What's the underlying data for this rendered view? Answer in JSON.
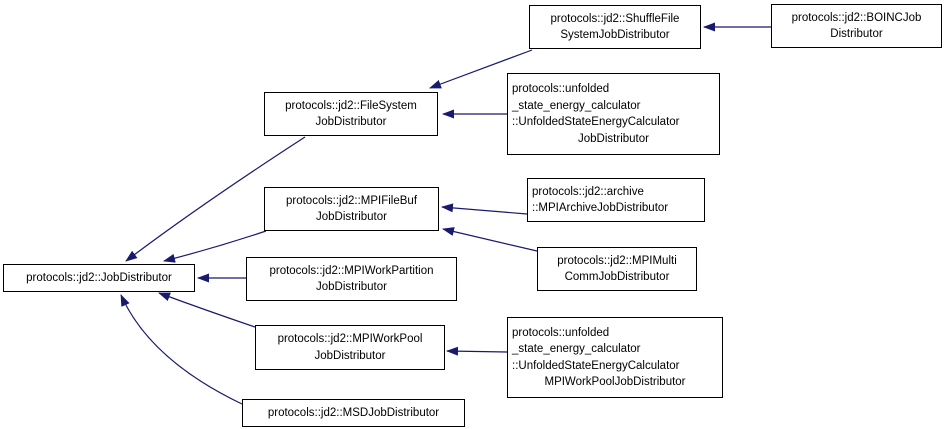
{
  "diagram": {
    "kind": "class-inheritance-graph",
    "colors": {
      "edge": "#191970",
      "node_border": "#000000",
      "node_background": "#ffffff",
      "node_text": "#000000",
      "canvas_background": "#ffffff"
    },
    "nodes": {
      "job_distributor": {
        "lines": [
          "protocols::jd2::JobDistributor"
        ]
      },
      "file_system": {
        "lines": [
          "protocols::jd2::FileSystem",
          "JobDistributor"
        ]
      },
      "mpi_file_buf": {
        "lines": [
          "protocols::jd2::MPIFileBuf",
          "JobDistributor"
        ]
      },
      "mpi_work_partition": {
        "lines": [
          "protocols::jd2::MPIWorkPartition",
          "JobDistributor"
        ]
      },
      "mpi_work_pool": {
        "lines": [
          "protocols::jd2::MPIWorkPool",
          "JobDistributor"
        ]
      },
      "msd": {
        "lines": [
          "protocols::jd2::MSDJobDistributor"
        ]
      },
      "shuffle_file_system": {
        "lines": [
          "protocols::jd2::ShuffleFile",
          "SystemJobDistributor"
        ]
      },
      "unfolded_state_jd": {
        "lines": [
          "protocols::unfolded",
          "_state_energy_calculator",
          "::UnfoldedStateEnergyCalculator",
          "JobDistributor"
        ]
      },
      "archive": {
        "lines": [
          "protocols::jd2::archive",
          "::MPIArchiveJobDistributor"
        ]
      },
      "mpi_multi_comm": {
        "lines": [
          "protocols::jd2::MPIMulti",
          "CommJobDistributor"
        ]
      },
      "unfolded_state_mpi": {
        "lines": [
          "protocols::unfolded",
          "_state_energy_calculator",
          "::UnfoldedStateEnergyCalculator",
          "MPIWorkPoolJobDistributor"
        ]
      },
      "boinc": {
        "lines": [
          "protocols::jd2::BOINCJob",
          "Distributor"
        ]
      }
    },
    "edges": [
      {
        "from": "boinc",
        "to": "shuffle_file_system",
        "relation": "inherits"
      },
      {
        "from": "shuffle_file_system",
        "to": "file_system",
        "relation": "inherits"
      },
      {
        "from": "unfolded_state_jd",
        "to": "file_system",
        "relation": "inherits"
      },
      {
        "from": "file_system",
        "to": "job_distributor",
        "relation": "inherits"
      },
      {
        "from": "archive",
        "to": "mpi_file_buf",
        "relation": "inherits"
      },
      {
        "from": "mpi_multi_comm",
        "to": "mpi_file_buf",
        "relation": "inherits"
      },
      {
        "from": "mpi_file_buf",
        "to": "job_distributor",
        "relation": "inherits"
      },
      {
        "from": "mpi_work_partition",
        "to": "job_distributor",
        "relation": "inherits"
      },
      {
        "from": "unfolded_state_mpi",
        "to": "mpi_work_pool",
        "relation": "inherits"
      },
      {
        "from": "mpi_work_pool",
        "to": "job_distributor",
        "relation": "inherits"
      },
      {
        "from": "msd",
        "to": "job_distributor",
        "relation": "inherits"
      }
    ]
  }
}
